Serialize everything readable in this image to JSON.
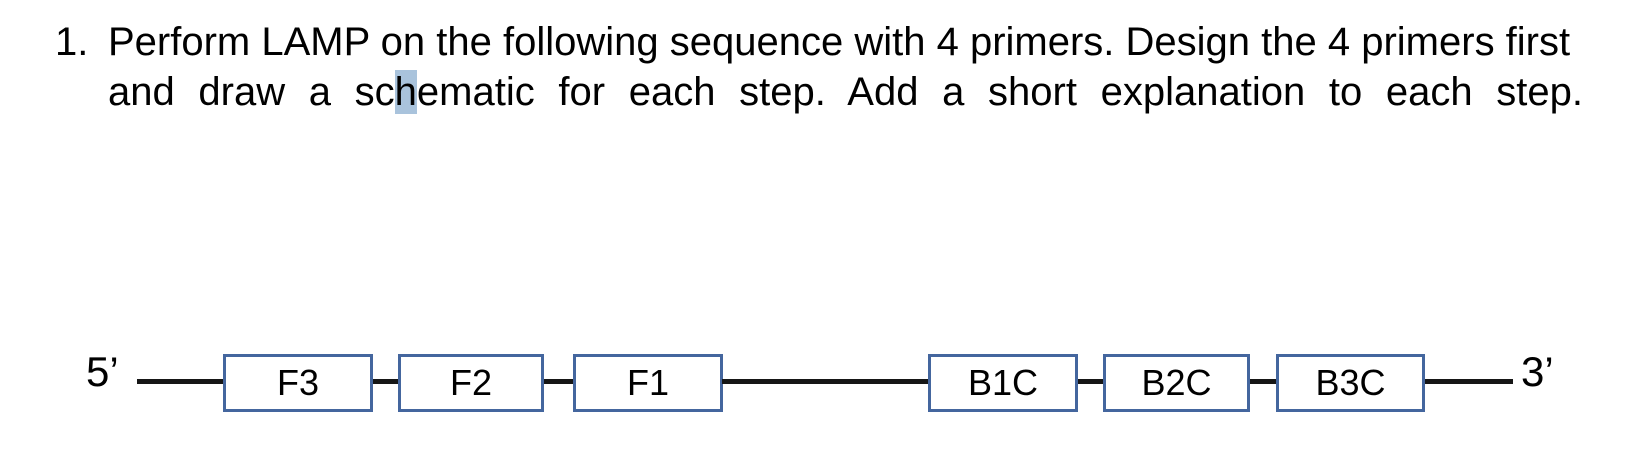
{
  "question": {
    "number": "1.",
    "line1": "Perform LAMP on the following sequence with 4 primers. Design the 4 primers first",
    "line2_before": "and draw a sc",
    "line2_highlight": "h",
    "line2_after": "ematic for each step. Add a short explanation to each step.",
    "highlight_color": "#a9c3dc"
  },
  "diagram": {
    "left_end_label": "5’",
    "right_end_label": "3’",
    "boxes": [
      {
        "label": "F3"
      },
      {
        "label": "F2"
      },
      {
        "label": "F1"
      },
      {
        "label": "B1C"
      },
      {
        "label": "B2C"
      },
      {
        "label": "B3C"
      }
    ],
    "line_color": "#161616",
    "box_border_color": "#44669e"
  }
}
